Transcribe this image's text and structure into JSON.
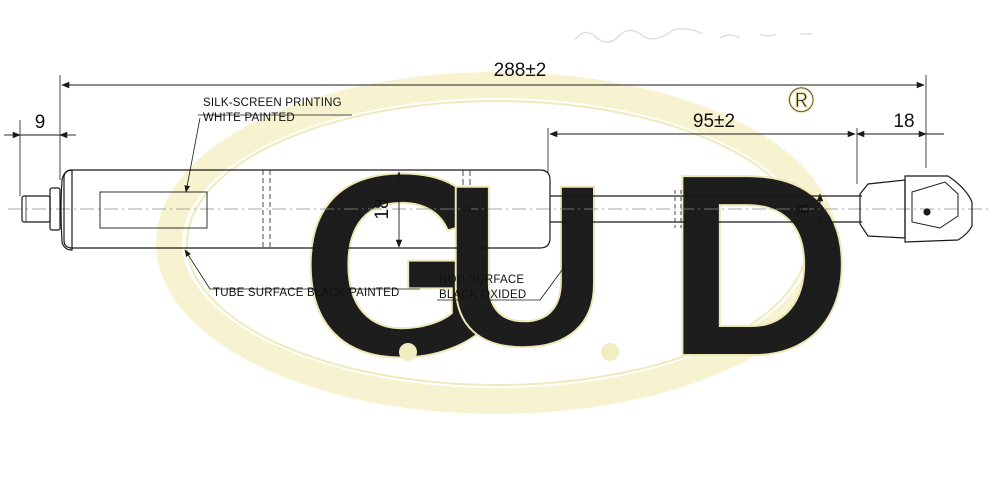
{
  "drawing": {
    "dimensions": {
      "overall_length": "288±2",
      "end_cap_length": "9",
      "rod_length": "95±2",
      "end_fitting_length": "18",
      "tube_diameter": "18",
      "rod_diameter": "8"
    },
    "notes": {
      "silk_screen_line1": "SILK-SCREEN PRINTING",
      "silk_screen_line2": "WHITE PAINTED",
      "tube_surface": "TUBE SURFACE BLACK PAINTED",
      "rod_surface_line1": "ROD SURFACE",
      "rod_surface_line2": "BLACK OXIDED"
    }
  },
  "watermark": {
    "brand_letters": [
      "G",
      "U",
      "D"
    ],
    "registered_mark": "®",
    "colors": {
      "ring": "#f6f2c8",
      "letters": "#f3eec3",
      "letter_outline": "#ece6b0"
    }
  },
  "colors": {
    "line": "#1a1a1a",
    "centerline": "#888888"
  }
}
